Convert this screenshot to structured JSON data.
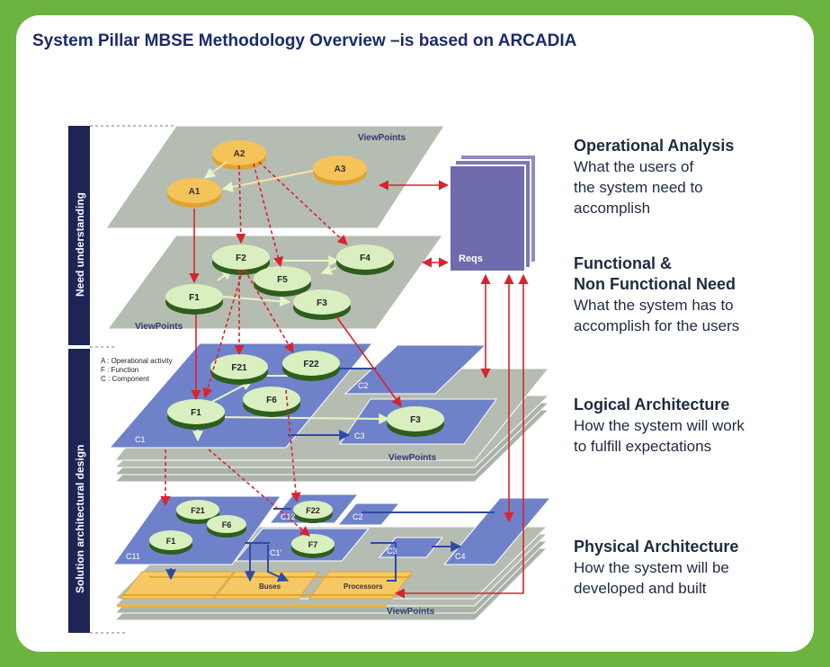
{
  "title": "System Pillar MBSE Methodology Overview –is based on ARCADIA",
  "left_bands": {
    "upper": "Need understanding",
    "lower": "Solution architectural design"
  },
  "legend": [
    "A : Operational activity",
    "F : Function",
    "C : Component"
  ],
  "layers": {
    "operational": {
      "viewpoints": "ViewPoints",
      "nodes": [
        "A1",
        "A2",
        "A3"
      ]
    },
    "functional": {
      "viewpoints": "ViewPoints",
      "nodes": [
        "F1",
        "F2",
        "F3",
        "F4",
        "F5"
      ]
    },
    "logical": {
      "viewpoints": "ViewPoints",
      "nodes": [
        "F21",
        "F22",
        "F6",
        "F1",
        "F3"
      ],
      "components": [
        "C1",
        "C2",
        "C3"
      ]
    },
    "physical": {
      "viewpoints": "ViewPoints",
      "nodes": [
        "F21",
        "F6",
        "F1",
        "F22",
        "F7"
      ],
      "components": [
        "C11",
        "C12",
        "C1'",
        "C2",
        "C3",
        "C4"
      ],
      "hardware": [
        "Buses",
        "Processors"
      ]
    }
  },
  "reqs_label": "Reqs",
  "descriptions": [
    {
      "heading": [
        "Operational Analysis"
      ],
      "body": [
        "What the users of",
        "the system need to",
        "accomplish"
      ]
    },
    {
      "heading": [
        "Functional &",
        "Non Functional Need"
      ],
      "body": [
        "What the system has to",
        "accomplish for the users"
      ]
    },
    {
      "heading": [
        "Logical Architecture"
      ],
      "body": [
        "How the system will work",
        "to fulfill expectations"
      ]
    },
    {
      "heading": [
        "Physical Architecture"
      ],
      "body": [
        "How the system will be",
        "developed and built"
      ]
    }
  ],
  "colors": {
    "frame_green": "#6cb33f",
    "title_navy": "#1c2a6b",
    "layer_grey": "#b5bdb2",
    "component_blue": "#6f82c9",
    "activity_orange": "#f4c35a",
    "function_green": "#d9efbf",
    "reqs_purple": "#6e6cad",
    "arrow_red": "#d9232e",
    "band_navy": "#1f2456"
  }
}
